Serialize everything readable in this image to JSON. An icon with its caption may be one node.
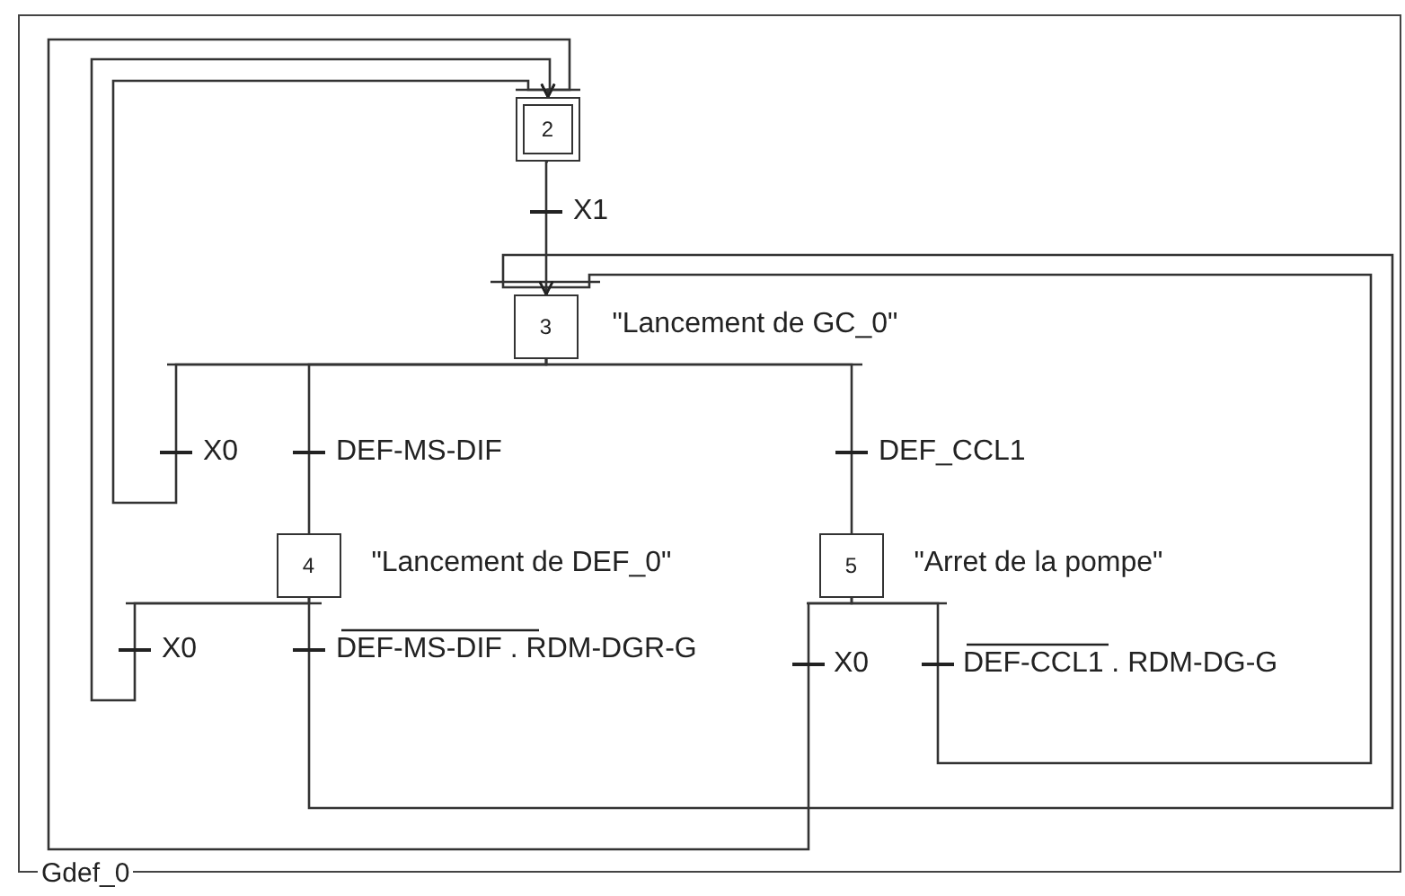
{
  "diagram": {
    "nodes": [
      {
        "text": [
          "Gdef_0"
        ]
      },
      {
        "text": [
          "2"
        ],
        "in": 0
      },
      {
        "text": [
          "3"
        ],
        "in": 0,
        "beside": [
          "\"Lancement de GC_0\""
        ]
      },
      {
        "text": [
          "4"
        ],
        "in": 0,
        "beside": [
          "\"Lancement de DEF_0\""
        ]
      },
      {
        "text": [
          "5"
        ],
        "in": 0,
        "beside": [
          "\"Arret de la pompe\""
        ]
      }
    ],
    "edges": [
      {
        "from": 1,
        "to": 2,
        "arrow": "none",
        "label": "X1"
      },
      {
        "from": 2,
        "to": 1,
        "arrow": "to",
        "label": "X0"
      },
      {
        "from": 2,
        "to": 3,
        "arrow": "none",
        "label": "DEF-MS-DIF"
      },
      {
        "from": 2,
        "to": 4,
        "arrow": "none",
        "label": "DEF_CCL1"
      },
      {
        "from": 3,
        "to": 1,
        "arrow": "to",
        "label": "X0"
      },
      {
        "from": 3,
        "to": 2,
        "arrow": "to",
        "label": "DEF-MS-DIF . RDM-DGR-G"
      },
      {
        "from": 4,
        "to": 1,
        "arrow": "to",
        "label": "X0"
      },
      {
        "from": 4,
        "to": 2,
        "arrow": "to",
        "label": "DEF-CCL1 . RDM-DG-G"
      }
    ]
  }
}
